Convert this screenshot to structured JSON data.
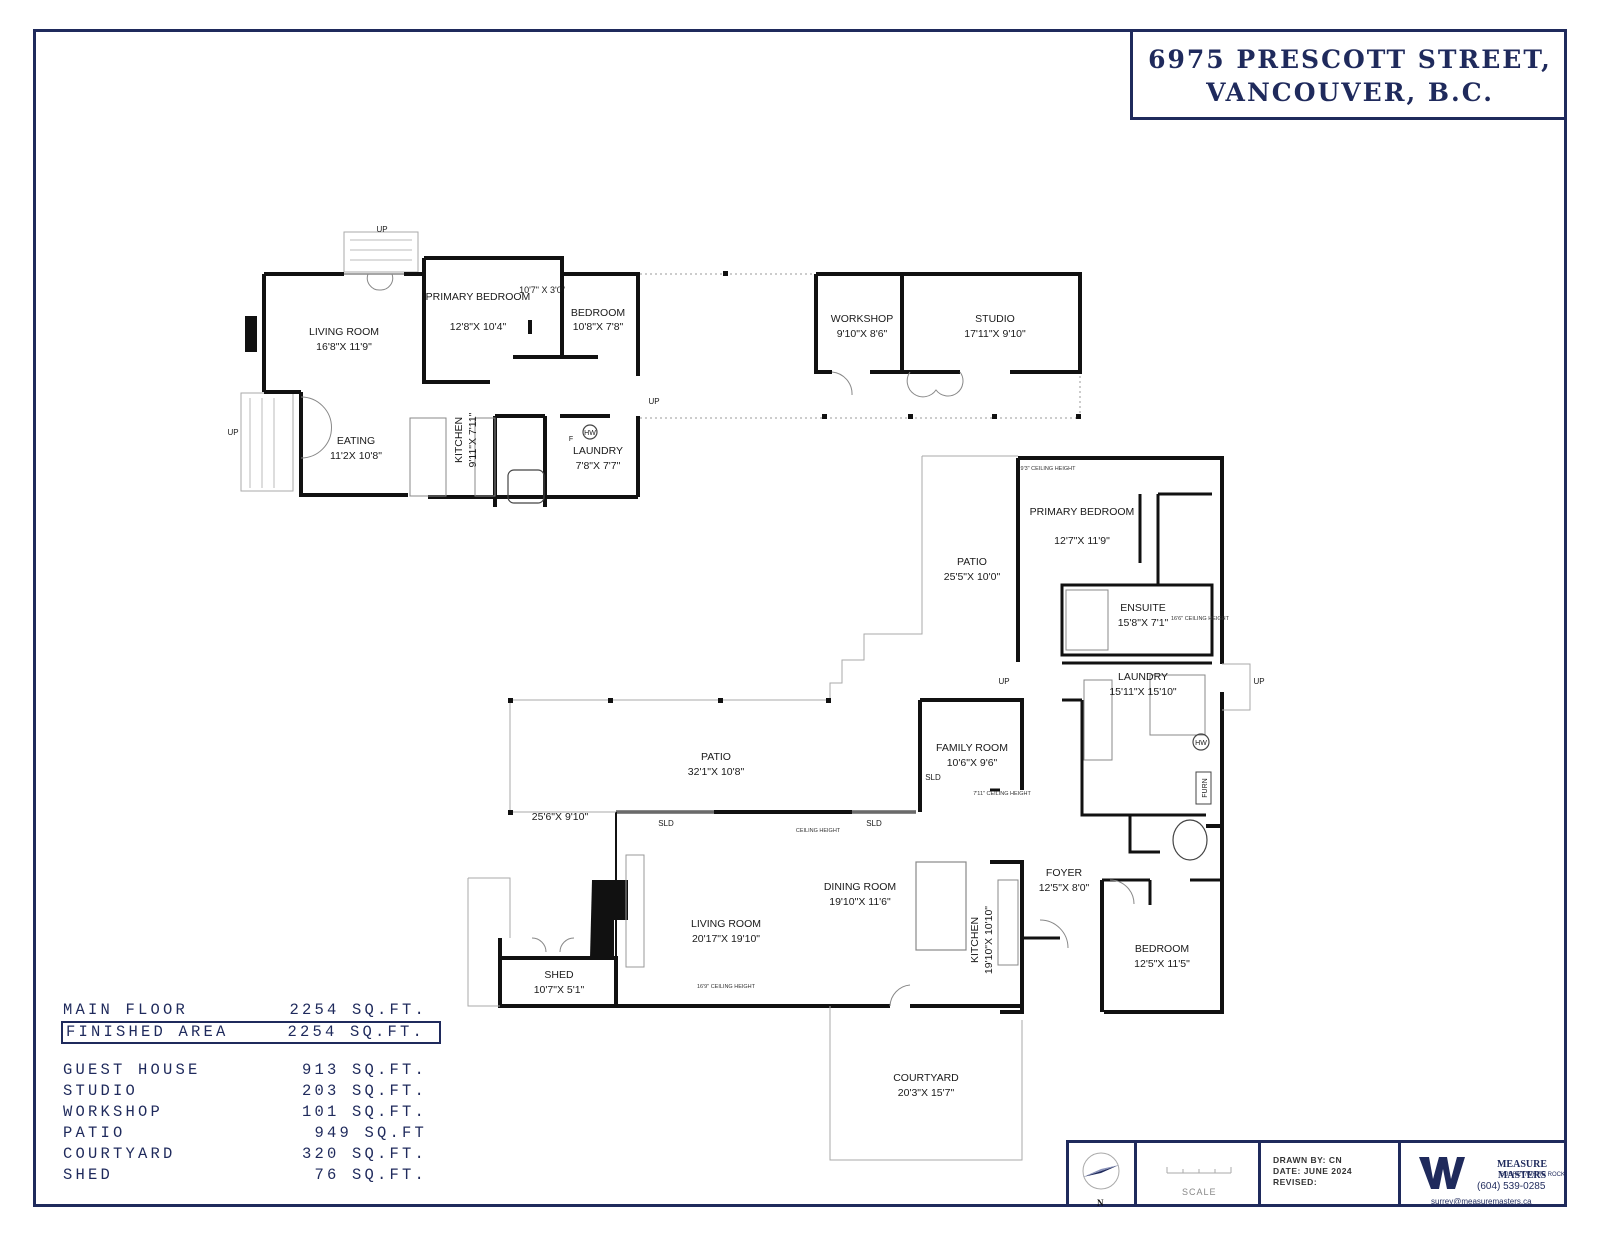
{
  "title": {
    "line1": "6975 PRESCOTT STREET,",
    "line2": "VANCOUVER, B.C."
  },
  "rooms": {
    "guest_living": {
      "name": "LIVING ROOM",
      "dims": "16'8\"X 11'9\""
    },
    "guest_primary": {
      "name": "PRIMARY BEDROOM",
      "dims": "12'8\"X 10'4\""
    },
    "guest_closet": {
      "dims": "10'7\" X 3'0\""
    },
    "guest_bedroom": {
      "name": "BEDROOM",
      "dims": "10'8\"X 7'8\""
    },
    "guest_eating": {
      "name": "EATING",
      "dims": "11'2X 10'8\""
    },
    "guest_kitchen": {
      "name": "KITCHEN",
      "dims": "9'11\"X 7'11\""
    },
    "guest_laundry": {
      "name": "LAUNDRY",
      "dims": "7'8\"X 7'7\""
    },
    "workshop": {
      "name": "WORKSHOP",
      "dims": "9'10\"X 8'6\""
    },
    "studio": {
      "name": "STUDIO",
      "dims": "17'11\"X 9'10\""
    },
    "patio_east": {
      "name": "PATIO",
      "dims": "25'5\"X 10'0\""
    },
    "patio_main": {
      "name": "PATIO",
      "dims": "32'1\"X 10'8\""
    },
    "patio_west_dims": "25'6\"X 9'10\"",
    "primary": {
      "name": "PRIMARY BEDROOM",
      "dims": "12'7\"X 11'9\""
    },
    "ensuite": {
      "name": "ENSUITE",
      "dims": "15'8\"X 7'1\""
    },
    "laundry": {
      "name": "LAUNDRY",
      "dims": "15'11\"X 15'10\""
    },
    "family": {
      "name": "FAMILY ROOM",
      "dims": "10'6\"X 9'6\""
    },
    "dining": {
      "name": "DINING ROOM",
      "dims": "19'10\"X 11'6\""
    },
    "living": {
      "name": "LIVING ROOM",
      "dims": "20'17\"X 19'10\""
    },
    "kitchen": {
      "name": "KITCHEN",
      "dims": "19'10\"X 10'10\""
    },
    "foyer": {
      "name": "FOYER",
      "dims": "12'5\"X 8'0\""
    },
    "bedroom": {
      "name": "BEDROOM",
      "dims": "12'5\"X 11'5\""
    },
    "shed": {
      "name": "SHED",
      "dims": "10'7\"X 5'1\""
    },
    "courtyard": {
      "name": "COURTYARD",
      "dims": "20'3\"X 15'7\""
    }
  },
  "plan_labels": {
    "up": "UP",
    "sld": "SLD",
    "hw": "HW",
    "furn": "FURN",
    "f": "F",
    "ceiling_93": "9'3\" CEILING HEIGHT",
    "ceiling_166": "16'6\" CEILING HEIGHT",
    "ceiling_711": "7'11\" CEILING HEIGHT",
    "ceiling_living": "16'9\" CEILING HEIGHT",
    "ceiling_generic": "CEILING HEIGHT"
  },
  "areas": [
    {
      "name": "MAIN FLOOR",
      "value": "2254 SQ.FT."
    },
    {
      "name": "FINISHED AREA",
      "value": "2254 SQ.FT.",
      "boxed": true
    },
    {
      "name": "GUEST HOUSE",
      "value": "913 SQ.FT."
    },
    {
      "name": "STUDIO",
      "value": "203 SQ.FT."
    },
    {
      "name": "WORKSHOP",
      "value": "101 SQ.FT."
    },
    {
      "name": "PATIO",
      "value": "949 SQ.FT"
    },
    {
      "name": "COURTYARD",
      "value": "320 SQ.FT."
    },
    {
      "name": "SHED",
      "value": "76 SQ.FT."
    }
  ],
  "title_block": {
    "north": "N",
    "scale": "SCALE",
    "drawn_by": "DRAWN BY: CN",
    "date": "DATE: JUNE 2024",
    "revised": "REVISED:",
    "company": "MEASURE MASTERS",
    "company_sub": "SURREY/WHITE ROCK",
    "phone": "(604) 539-0285",
    "email": "surrey@measuremasters.ca"
  },
  "colors": {
    "frame": "#1f2a5c",
    "wall": "#111111"
  }
}
